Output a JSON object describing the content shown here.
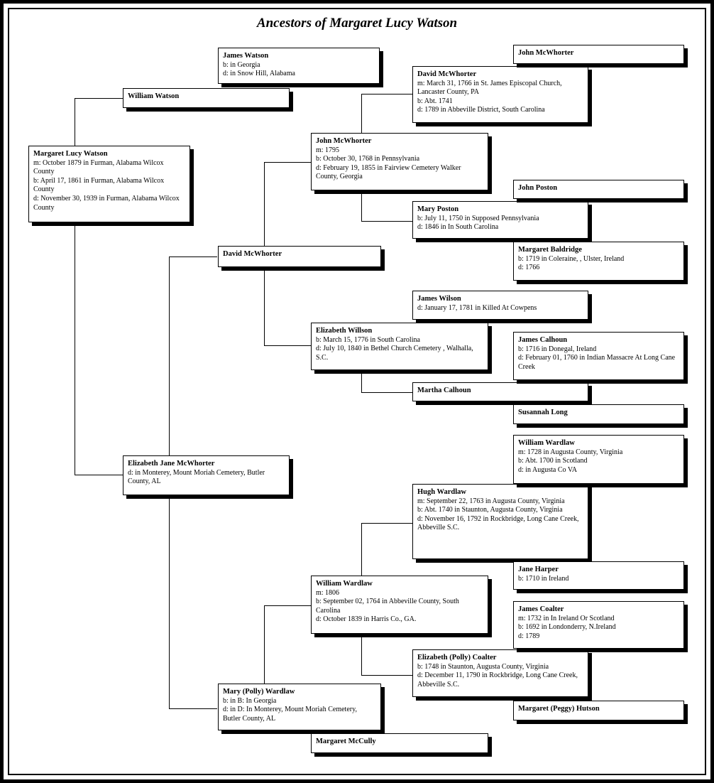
{
  "title": "Ancestors of Margaret Lucy Watson",
  "people": {
    "p_margaret_lucy": {
      "name": "Margaret Lucy Watson",
      "lines": [
        "m: October 1879 in Furman, Alabama Wilcox County",
        "b: April 17, 1861 in Furman, Alabama Wilcox County",
        "d: November 30, 1939 in Furman, Alabama Wilcox County"
      ]
    },
    "p_william_watson": {
      "name": "William Watson",
      "lines": []
    },
    "p_james_watson": {
      "name": "James Watson",
      "lines": [
        "b: in Georgia",
        "d: in Snow Hill, Alabama"
      ]
    },
    "p_elizabeth_jane": {
      "name": "Elizabeth Jane McWhorter",
      "lines": [
        "d: in Monterey, Mount Moriah Cemetery, Butler County, AL"
      ]
    },
    "p_david_mcwhorter_2": {
      "name": "David McWhorter",
      "lines": []
    },
    "p_mary_polly_wardlaw": {
      "name": "Mary (Polly) Wardlaw",
      "lines": [
        "b: in B: In Georgia",
        "d: in D: In Monterey, Mount Moriah Cemetery, Butler County, AL"
      ]
    },
    "p_john_mcwhorter": {
      "name": "John McWhorter",
      "lines": [
        "m: 1795",
        "b: October 30, 1768 in Pennsylvania",
        "d: February 19, 1855 in Fairview Cemetery Walker County, Georgia"
      ]
    },
    "p_elizabeth_willson": {
      "name": "Elizabeth Willson",
      "lines": [
        "b: March 15, 1776 in South Carolina",
        "d: July 10, 1840 in Bethel Church Cemetery , Walhalla, S.C."
      ]
    },
    "p_william_wardlaw_2": {
      "name": "William Wardlaw",
      "lines": [
        "m: 1806",
        "b: September 02, 1764 in Abbeville County, South Carolina",
        "d: October 1839 in Harris Co., GA."
      ]
    },
    "p_margaret_mccully": {
      "name": "Margaret McCully",
      "lines": []
    },
    "p_david_mcwhorter_1": {
      "name": "David McWhorter",
      "lines": [
        "m: March 31, 1766 in St. James Episcopal Church, Lancaster County, PA",
        "b: Abt. 1741",
        "d: 1789 in Abbeville District, South Carolina"
      ]
    },
    "p_mary_poston": {
      "name": "Mary Poston",
      "lines": [
        "b: July 11, 1750 in Supposed Pennsylvania",
        "d: 1846 in In South Carolina"
      ]
    },
    "p_james_wilson": {
      "name": "James Wilson",
      "lines": [
        "d: January 17, 1781 in Killed At Cowpens"
      ]
    },
    "p_martha_calhoun": {
      "name": "Martha Calhoun",
      "lines": []
    },
    "p_hugh_wardlaw": {
      "name": "Hugh Wardlaw",
      "lines": [
        "m: September 22, 1763 in Augusta County, Virginia",
        "b: Abt. 1740 in Staunton, Augusta County, Virginia",
        "d: November 16, 1792 in Rockbridge, Long Cane Creek, Abbeville S.C."
      ]
    },
    "p_elizabeth_polly_coalter": {
      "name": "Elizabeth (Polly) Coalter",
      "lines": [
        "b: 1748 in Staunton, Augusta County, Virginia",
        "d: December 11, 1790 in Rockbridge, Long Cane Creek, Abbeville S.C."
      ]
    },
    "p_john_mcwhorter_0": {
      "name": "John McWhorter",
      "lines": []
    },
    "p_john_poston": {
      "name": "John Poston",
      "lines": []
    },
    "p_margaret_baldridge": {
      "name": "Margaret Baldridge",
      "lines": [
        "b: 1719 in Coleraine, , Ulster, Ireland",
        "d: 1766"
      ]
    },
    "p_james_calhoun": {
      "name": "James Calhoun",
      "lines": [
        "b: 1716 in Donegal, Ireland",
        "d: February 01, 1760 in Indian Massacre At Long Cane Creek"
      ]
    },
    "p_susannah_long": {
      "name": "Susannah Long",
      "lines": []
    },
    "p_william_wardlaw_0": {
      "name": "William Wardlaw",
      "lines": [
        "m: 1728 in Augusta County, Virginia",
        "b: Abt. 1700 in Scotland",
        "d: in Augusta Co VA"
      ]
    },
    "p_jane_harper": {
      "name": "Jane Harper",
      "lines": [
        "b: 1710 in Ireland"
      ]
    },
    "p_james_coalter": {
      "name": "James Coalter",
      "lines": [
        "m: 1732 in In Ireland Or Scotland",
        "b: 1692 in Londonderry, N.Ireland",
        "d: 1789"
      ]
    },
    "p_margaret_peggy_hutson": {
      "name": "Margaret (Peggy) Hutson",
      "lines": []
    }
  }
}
